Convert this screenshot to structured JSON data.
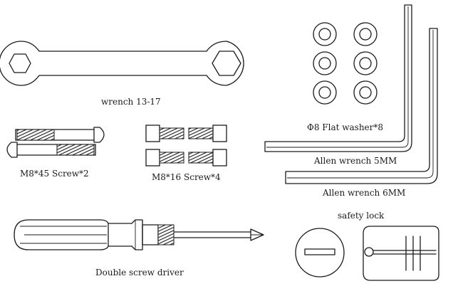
{
  "labels": {
    "wrench": "wrench 13-17",
    "washer": "Φ8 Flat washer*8",
    "screw45": "M8*45 Screw*2",
    "screw16": "M8*16 Screw*4",
    "allen5": "Allen wrench 5MM",
    "allen6": "Allen wrench 6MM",
    "safety_lock": "safety lock",
    "screwdriver": "Double screw driver"
  },
  "counts": {
    "washers": 8,
    "screws_m8x45": 2,
    "screws_m8x16": 4
  },
  "colors": {
    "line": "#1a1a1a",
    "background": "#ffffff"
  }
}
